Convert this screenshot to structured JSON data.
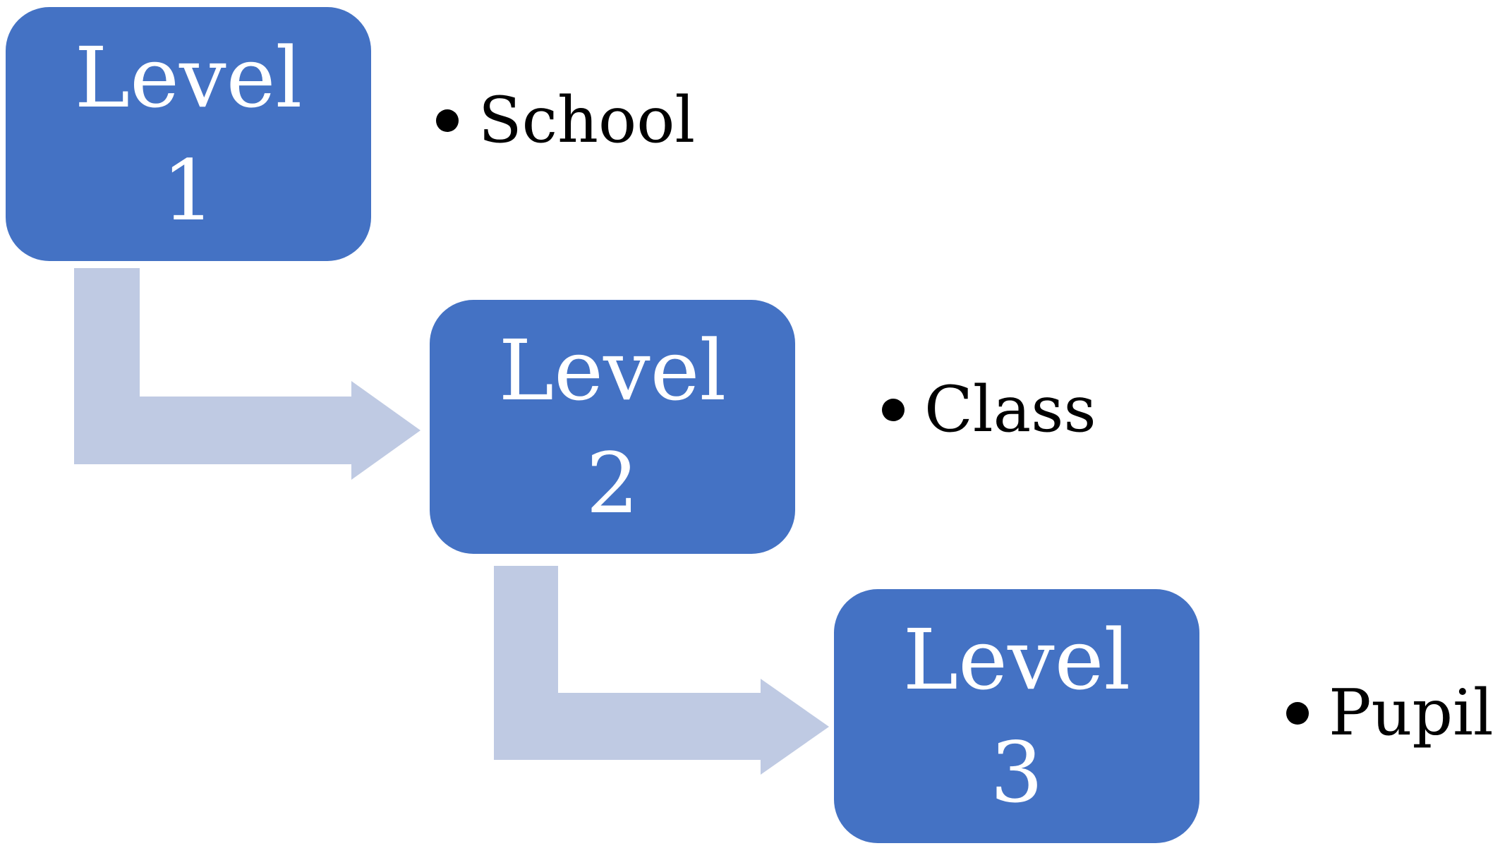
{
  "levels": [
    {
      "word": "Level",
      "number": "1",
      "item": "School"
    },
    {
      "word": "Level",
      "number": "2",
      "item": "Class"
    },
    {
      "word": "Level",
      "number": "3",
      "item": "Pupil"
    }
  ],
  "colors": {
    "box_fill": "#4472c4",
    "box_text": "#ffffff",
    "arrow_fill": "#bfcae3",
    "item_text": "#000000"
  }
}
